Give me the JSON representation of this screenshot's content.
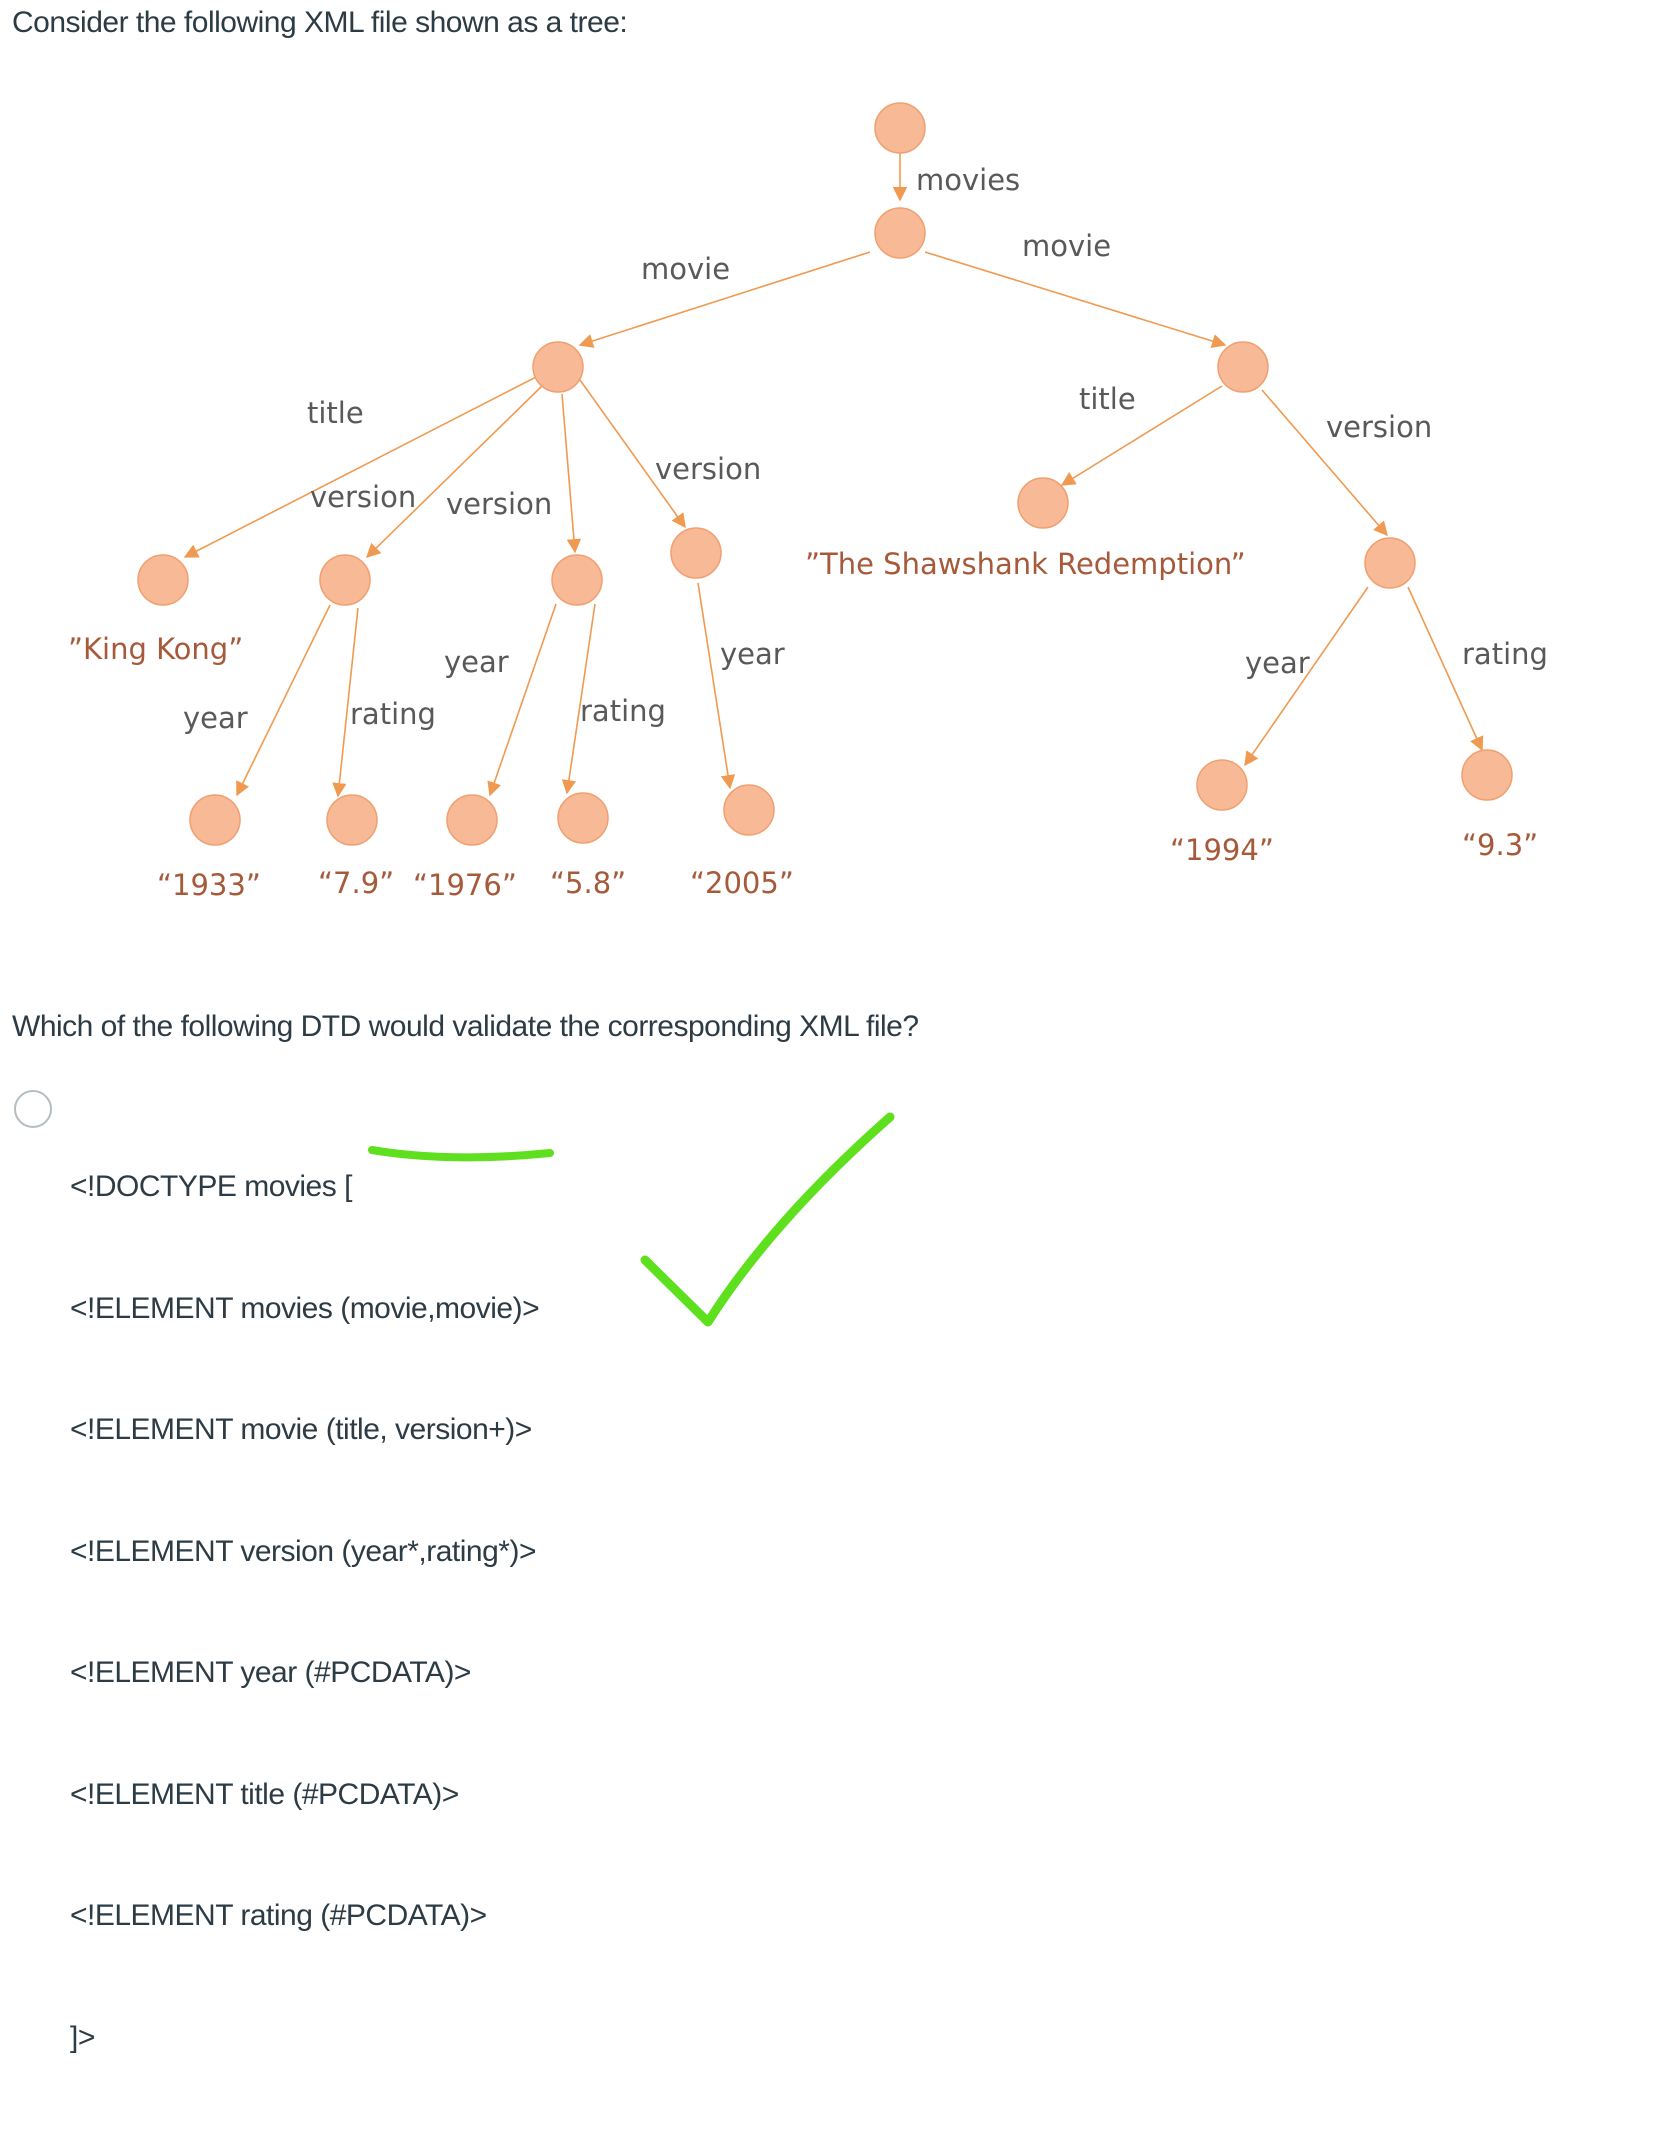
{
  "question": {
    "text": "Consider the following XML file shown as a tree:"
  },
  "tree": {
    "colors": {
      "node_fill": "#f7b996",
      "node_stroke": "#f0a070",
      "edge": "#ef9a50",
      "label": "#595959"
    },
    "edge_labels": [
      "movies",
      "movie",
      "movie",
      "title",
      "version",
      "version",
      "version",
      "title",
      "version",
      "year",
      "rating",
      "year",
      "rating",
      "year",
      "year",
      "rating"
    ],
    "leaf_values": [
      "”King Kong”",
      "“1933”",
      "“7.9”",
      "“1976”",
      "“5.8”",
      "“2005”",
      "”The Shawshank Redemption”",
      "“1994”",
      "“9.3”"
    ]
  },
  "prompt": {
    "text": "Which of the following DTD would validate the corresponding XML file?"
  },
  "answer": {
    "option_lines": [
      "<!DOCTYPE movies [",
      "<!ELEMENT movies (movie,movie)>",
      "<!ELEMENT movie (title, version+)>",
      "<!ELEMENT version (year*,rating*)>",
      "<!ELEMENT year (#PCDATA)>",
      "<!ELEMENT title (#PCDATA)>",
      "<!ELEMENT rating (#PCDATA)>",
      "]>"
    ],
    "annotation_color": "#5ee01e"
  }
}
